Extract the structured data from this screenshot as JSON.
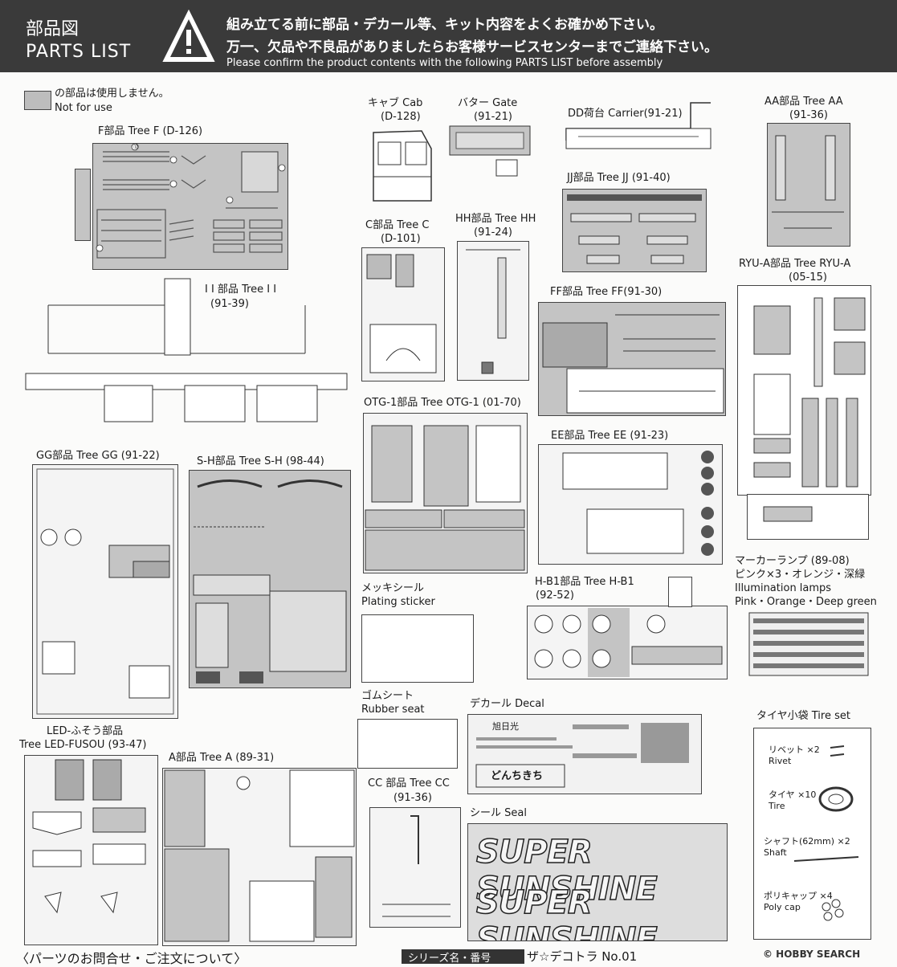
{
  "header": {
    "title_jp": "部品図",
    "title_en": "PARTS LIST",
    "warning_line1": "組み立てる前に部品・デカール等、キット内容をよくお確かめ下さい。",
    "warning_line2": "万一、欠品や不良品がありましたらお客様サービスセンターまでご連絡下さい。",
    "warning_en": "Please confirm the product contents with the following PARTS LIST before assembly"
  },
  "legend": {
    "jp": "の部品は使用しません。",
    "en": "Not for use"
  },
  "labels": {
    "tree_f": "F部品 Tree F (D-126)",
    "cab_1": "キャブ Cab",
    "cab_2": "(D-128)",
    "gate_1": "バター Gate",
    "gate_2": "(91-21)",
    "carrier": "DD荷台 Carrier(91-21)",
    "tree_aa_1": "AA部品 Tree AA",
    "tree_aa_2": "(91-36)",
    "tree_jj": "JJ部品 Tree JJ (91-40)",
    "tree_c_1": "C部品 Tree C",
    "tree_c_2": "(D-101)",
    "tree_hh_1": "HH部品 Tree HH",
    "tree_hh_2": "(91-24)",
    "tree_ii_1": "I I 部品 Tree I I",
    "tree_ii_2": "(91-39)",
    "tree_ryua_1": "RYU-A部品 Tree RYU-A",
    "tree_ryua_2": "(05-15)",
    "tree_ff": "FF部品 Tree FF(91-30)",
    "tree_otg": "OTG-1部品 Tree OTG-1 (01-70)",
    "tree_gg": "GG部品 Tree GG (91-22)",
    "tree_sh": "S-H部品 Tree S-H (98-44)",
    "tree_ee": "EE部品 Tree EE (91-23)",
    "marker_1": "マーカーランプ (89-08)",
    "marker_2": "ピンク×3・オレンジ・深緑",
    "marker_3": "Illumination lamps",
    "marker_4": "Pink・Orange・Deep green",
    "tree_hb1_1": "H-B1部品 Tree H-B1",
    "tree_hb1_2": "(92-52)",
    "plating_1": "メッキシール",
    "plating_2": "Plating sticker",
    "rubber_1": "ゴムシート",
    "rubber_2": "Rubber seat",
    "decal": "デカール Decal",
    "tireset_title": "タイヤ小袋 Tire set",
    "led_1": "LED-ふそう部品",
    "led_2": "Tree LED-FUSOU (93-47)",
    "tree_a": "A部品 Tree A (89-31)",
    "tree_cc_1": "CC 部品 Tree CC",
    "tree_cc_2": "(91-36)",
    "seal": "シール Seal"
  },
  "seal_text": "SUPER SUNSHINE",
  "decal_text": {
    "line1": "旭日光",
    "line2": "どんちきち"
  },
  "tire_set": {
    "rivet_jp": "リベット ×2",
    "rivet_en": "Rivet",
    "tire_jp": "タイヤ ×10",
    "tire_en": "Tire",
    "shaft_jp": "シャフト(62mm) ×2",
    "shaft_en": "Shaft",
    "polycap_jp": "ポリキャップ ×4",
    "polycap_en": "Poly cap"
  },
  "footer": {
    "inquiry": "〈パーツのお問合せ・ご注文について〉",
    "series_label": "シリーズ名・番号",
    "series_value": "ザ☆デコトラ No.01"
  },
  "watermark": "© HOBBY SEARCH",
  "colors": {
    "header_bg": "#3a3a3a",
    "tree_gray": "#c4c4c4",
    "unused_gray": "#bdbdbd"
  }
}
